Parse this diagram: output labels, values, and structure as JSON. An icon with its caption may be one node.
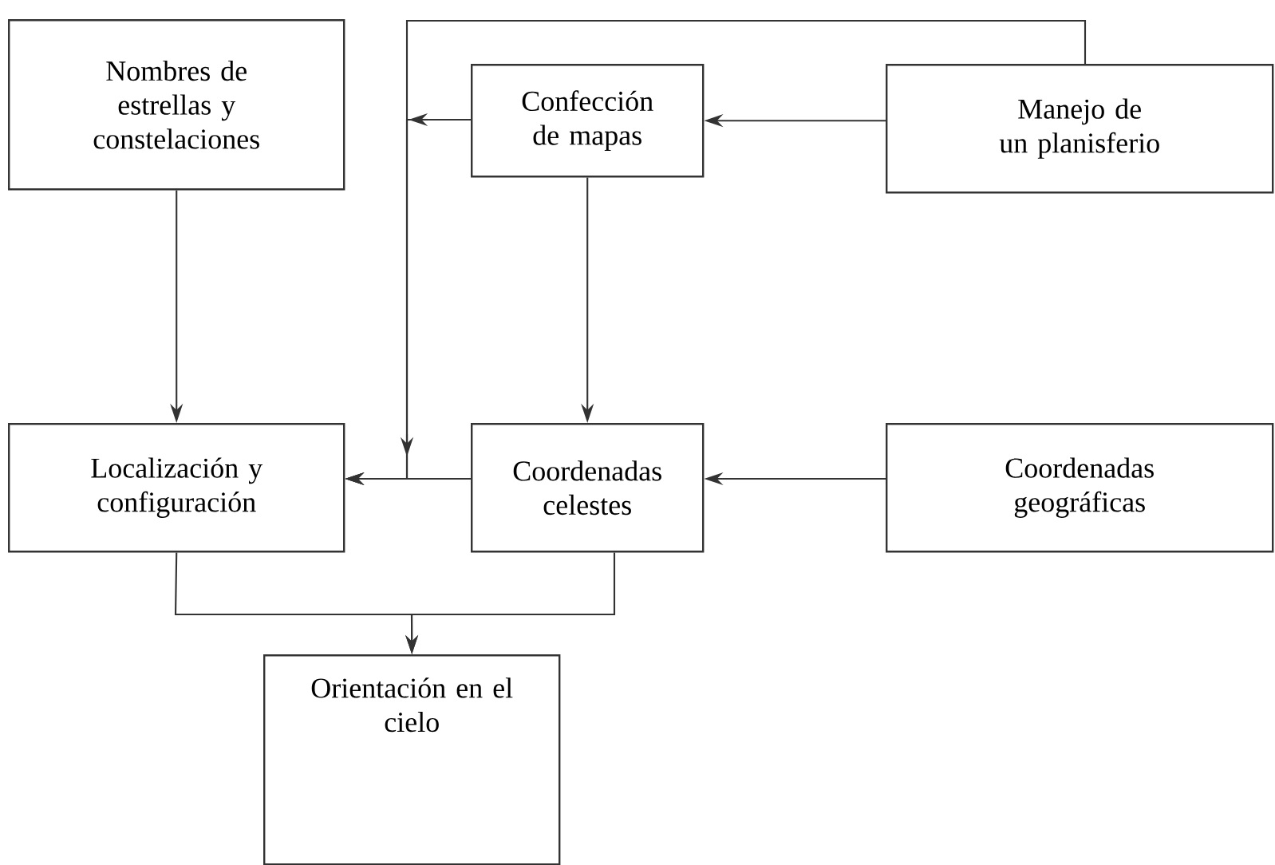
{
  "diagram": {
    "nodes": [
      {
        "text": [
          "Nombres de estrellas y constelaciones"
        ]
      },
      {
        "text": [
          "Confección de mapas"
        ]
      },
      {
        "text": [
          "Manejo de un planisferio"
        ]
      },
      {
        "text": [
          "Localización y configuración"
        ]
      },
      {
        "text": [
          "Coordenadas celestes"
        ]
      },
      {
        "text": [
          "Coordenadas geográficas"
        ]
      },
      {
        "text": [
          "Orientación en el cielo"
        ]
      }
    ],
    "edges": [
      {
        "from": 0,
        "to": 3,
        "arrow": "to"
      },
      {
        "from": 1,
        "to": 4,
        "arrow": "to"
      },
      {
        "from": 2,
        "to": 1,
        "arrow": "to"
      },
      {
        "from": 1,
        "to": 3,
        "arrow": "to"
      },
      {
        "from": 2,
        "to": 3,
        "arrow": "to"
      },
      {
        "from": 4,
        "to": 3,
        "arrow": "to"
      },
      {
        "from": 5,
        "to": 4,
        "arrow": "to"
      },
      {
        "from": 3,
        "to": 6,
        "arrow": "to"
      },
      {
        "from": 4,
        "to": 6,
        "arrow": "to"
      }
    ]
  }
}
